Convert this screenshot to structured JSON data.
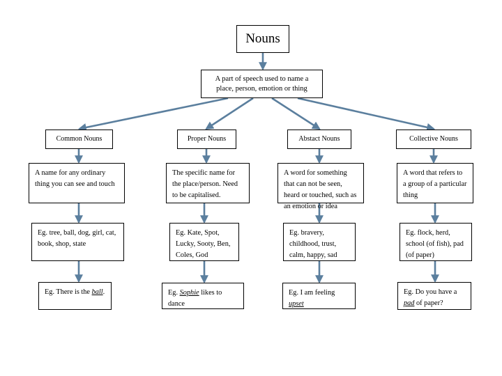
{
  "colors": {
    "connector": "#5B7F9E",
    "box_border": "#000000",
    "background": "#FFFFFF",
    "text": "#000000"
  },
  "diagram": {
    "title": "Nouns",
    "definition": "A part of speech used  to name a\nplace, person, emotion or thing",
    "categories": [
      {
        "name": "Common Nouns",
        "description": "A name for any ordinary thing you can see and touch",
        "examples": "Eg. tree, ball, dog, girl, cat, book, shop, state",
        "sentence_prefix": "Eg. There is the ",
        "sentence_highlight": "ball",
        "sentence_suffix": "."
      },
      {
        "name": "Proper Nouns",
        "description": "The specific name for the place/person. Need to be capitalised.",
        "examples": "Eg. Kate, Spot, Lucky, Sooty, Ben, Coles, God",
        "sentence_prefix": "Eg. ",
        "sentence_highlight": "Sophie",
        "sentence_suffix": " likes to dance"
      },
      {
        "name": "Abstact Nouns",
        "description": "A word for something that can not be seen, heard or touched, such as an emotion or idea",
        "examples": "Eg. bravery, childhood, trust, calm, happy, sad",
        "sentence_prefix": "Eg. I am feeling ",
        "sentence_highlight": "upset",
        "sentence_suffix": ""
      },
      {
        "name": "Collective Nouns",
        "description": "A word that refers to a group of a particular thing",
        "examples": "Eg. flock, herd, school (of fish), pad (of paper)",
        "sentence_prefix": "Eg. Do you have a ",
        "sentence_highlight": "pad",
        "sentence_suffix": " of paper?"
      }
    ]
  }
}
